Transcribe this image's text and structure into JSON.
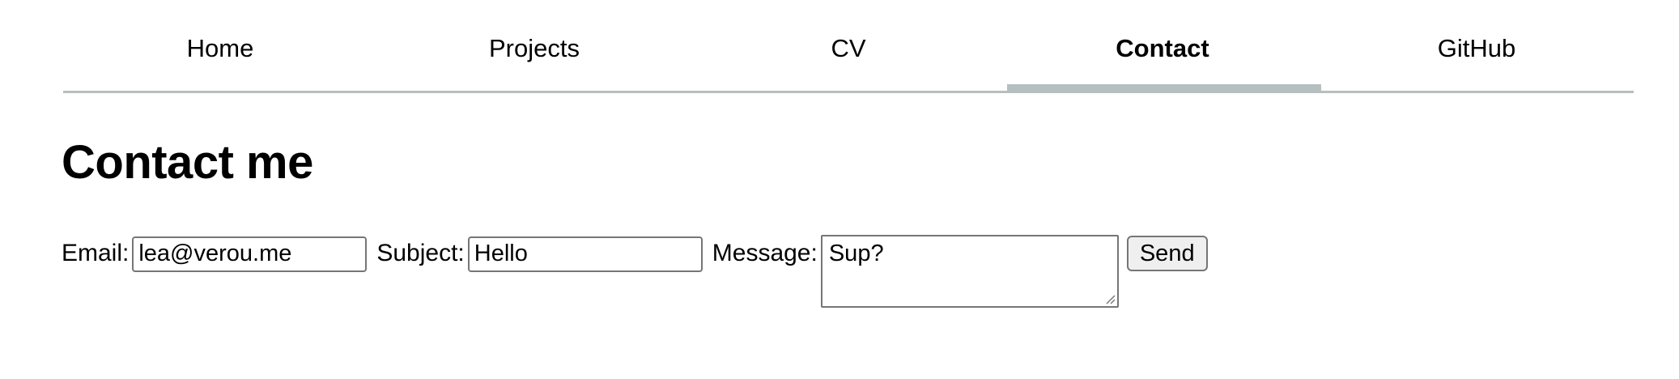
{
  "nav": {
    "items": [
      {
        "label": "Home",
        "active": false
      },
      {
        "label": "Projects",
        "active": false
      },
      {
        "label": "CV",
        "active": false
      },
      {
        "label": "Contact",
        "active": true
      },
      {
        "label": "GitHub",
        "active": false
      }
    ],
    "active_index": 3,
    "underline_color": "#b6bfc0"
  },
  "page": {
    "title": "Contact me"
  },
  "form": {
    "email": {
      "label": "Email:",
      "value": "lea@verou.me",
      "placeholder": ""
    },
    "subject": {
      "label": "Subject:",
      "value": "Hello",
      "placeholder": ""
    },
    "message": {
      "label": "Message:",
      "value": "Sup?",
      "placeholder": ""
    },
    "submit": {
      "label": "Send"
    },
    "resize_handle_icon": "resize-grip-icon"
  },
  "colors": {
    "text": "#000000",
    "background": "#ffffff",
    "border": "#767676",
    "button_face": "#efefef",
    "rule": "#b6bfc0"
  }
}
